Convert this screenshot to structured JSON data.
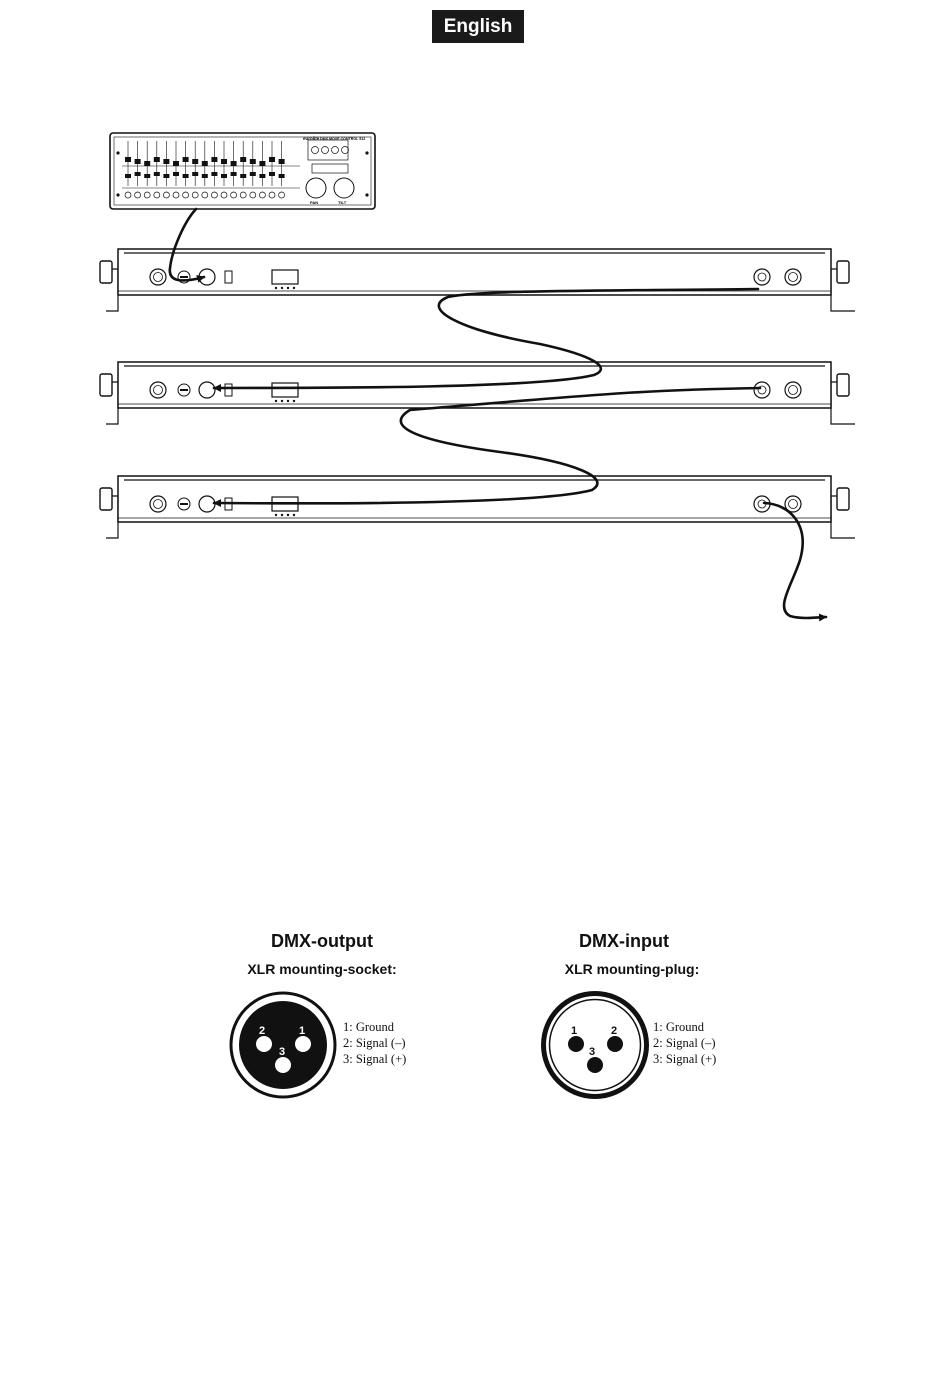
{
  "header": {
    "language_label": "English"
  },
  "controller": {
    "brand_text": "eurolite",
    "model_text": "DMX MOVE CONTROL 512",
    "knob_labels": [
      "PAN",
      "TILT"
    ]
  },
  "connectors": {
    "output": {
      "title": "DMX-output",
      "subtitle": "XLR mounting-socket:",
      "pins": [
        "1: Ground",
        "2: Signal (–)",
        "3: Signal (+)"
      ],
      "pin_numbers": [
        "2",
        "1",
        "3"
      ]
    },
    "input": {
      "title": "DMX-input",
      "subtitle": "XLR mounting-plug:",
      "pins": [
        "1: Ground",
        "2: Signal (–)",
        "3: Signal (+)"
      ],
      "pin_numbers": [
        "1",
        "2",
        "3"
      ]
    }
  },
  "colors": {
    "ink": "#111111",
    "badge": "#1a1a1a",
    "paper": "#ffffff"
  }
}
